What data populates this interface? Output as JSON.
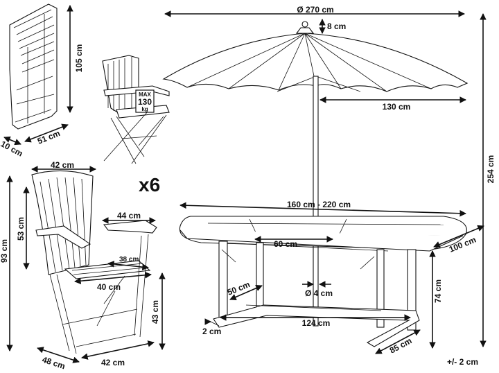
{
  "labels": {
    "umbrella_diameter": "Ø 270 cm",
    "umbrella_top": "8 cm",
    "umbrella_radius": "130 cm",
    "total_height": "254 cm",
    "table_length": "160 cm - 220 cm",
    "extension": "60 cm",
    "table_width": "100 cm",
    "table_height": "74 cm",
    "pole_diameter": "Ø 4 cm",
    "leg_span": "50 cm",
    "foot": "2 cm",
    "base_length": "124 cm",
    "base_depth": "85 cm",
    "tolerance": "+/- 2 cm",
    "folded_height": "105 cm",
    "folded_width": "51 cm",
    "folded_depth": "10 cm",
    "max_label": "MAX",
    "max_value": "130",
    "max_unit": "kg",
    "quantity": "x6",
    "chair_back_width": "42 cm",
    "chair_height": "93 cm",
    "chair_back_height": "53 cm",
    "armrest": "44 cm",
    "seat_depth_inner": "38 cm",
    "seat_width": "40 cm",
    "seat_height": "43 cm",
    "chair_depth": "48 cm",
    "chair_width": "42 cm"
  }
}
